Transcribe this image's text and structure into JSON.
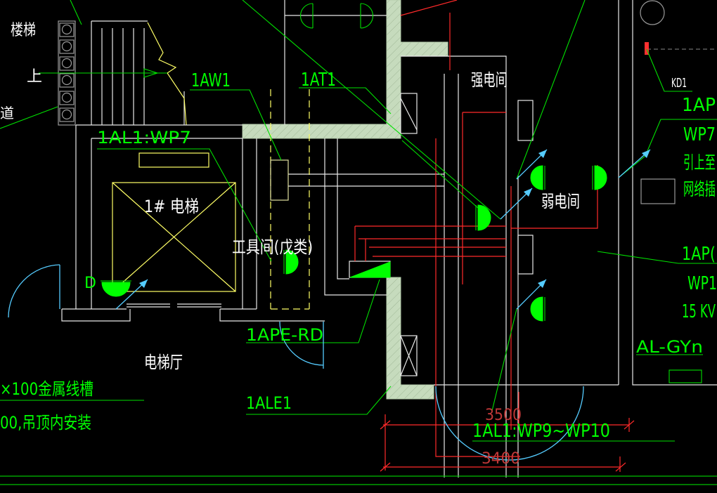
{
  "drawing": {
    "labels": {
      "stair": "楼梯",
      "stair_up": "上",
      "corridor_partial": "道",
      "panel_1aw1": "1AW1",
      "panel_1at1": "1AT1",
      "strong_current_room": "强电间",
      "kd1": "KD1",
      "panel_1ap_upper": "1AP",
      "upper_wp7": "WP7",
      "lead_up_to": "引上至",
      "network_socket": "网络插",
      "circuit_1al1_wp7": "1AL1:WP7",
      "elevator_1": "1# 电梯",
      "tool_room": "工具间(戊类)",
      "weak_current_room": "弱电间",
      "panel_1ap_lower": "1AP(",
      "lower_wp1": "WP1",
      "power_rating": "15 KV",
      "panel_al_gyn": "AL-GYn",
      "panel_1ape_rd": "1APE-RD",
      "elevator_hall": "电梯厅",
      "door_d": "D",
      "tray_note_line1": "×100金属线槽",
      "tray_note_line2": "00,吊顶内安装",
      "panel_1ale1": "1ALE1",
      "dimension_3500": "3500",
      "circuit_1al1_wp9_wp10": "1AL1:WP9~WP10",
      "dimension_3400": "3400"
    }
  },
  "colors": {
    "background": "#000000",
    "label_green": "#00ff00",
    "label_white": "#ffffff",
    "dimension_red": "#c03838",
    "cable_red": "#ff2a2a",
    "wall_fill": "#c6dbbd",
    "structure_yellow": "#ffff66",
    "arc_cyan": "#55ccff"
  },
  "icons": {
    "lamp": "lamp-symbol-icon",
    "panel": "distribution-panel-icon",
    "arrow": "leader-arrow-icon"
  }
}
